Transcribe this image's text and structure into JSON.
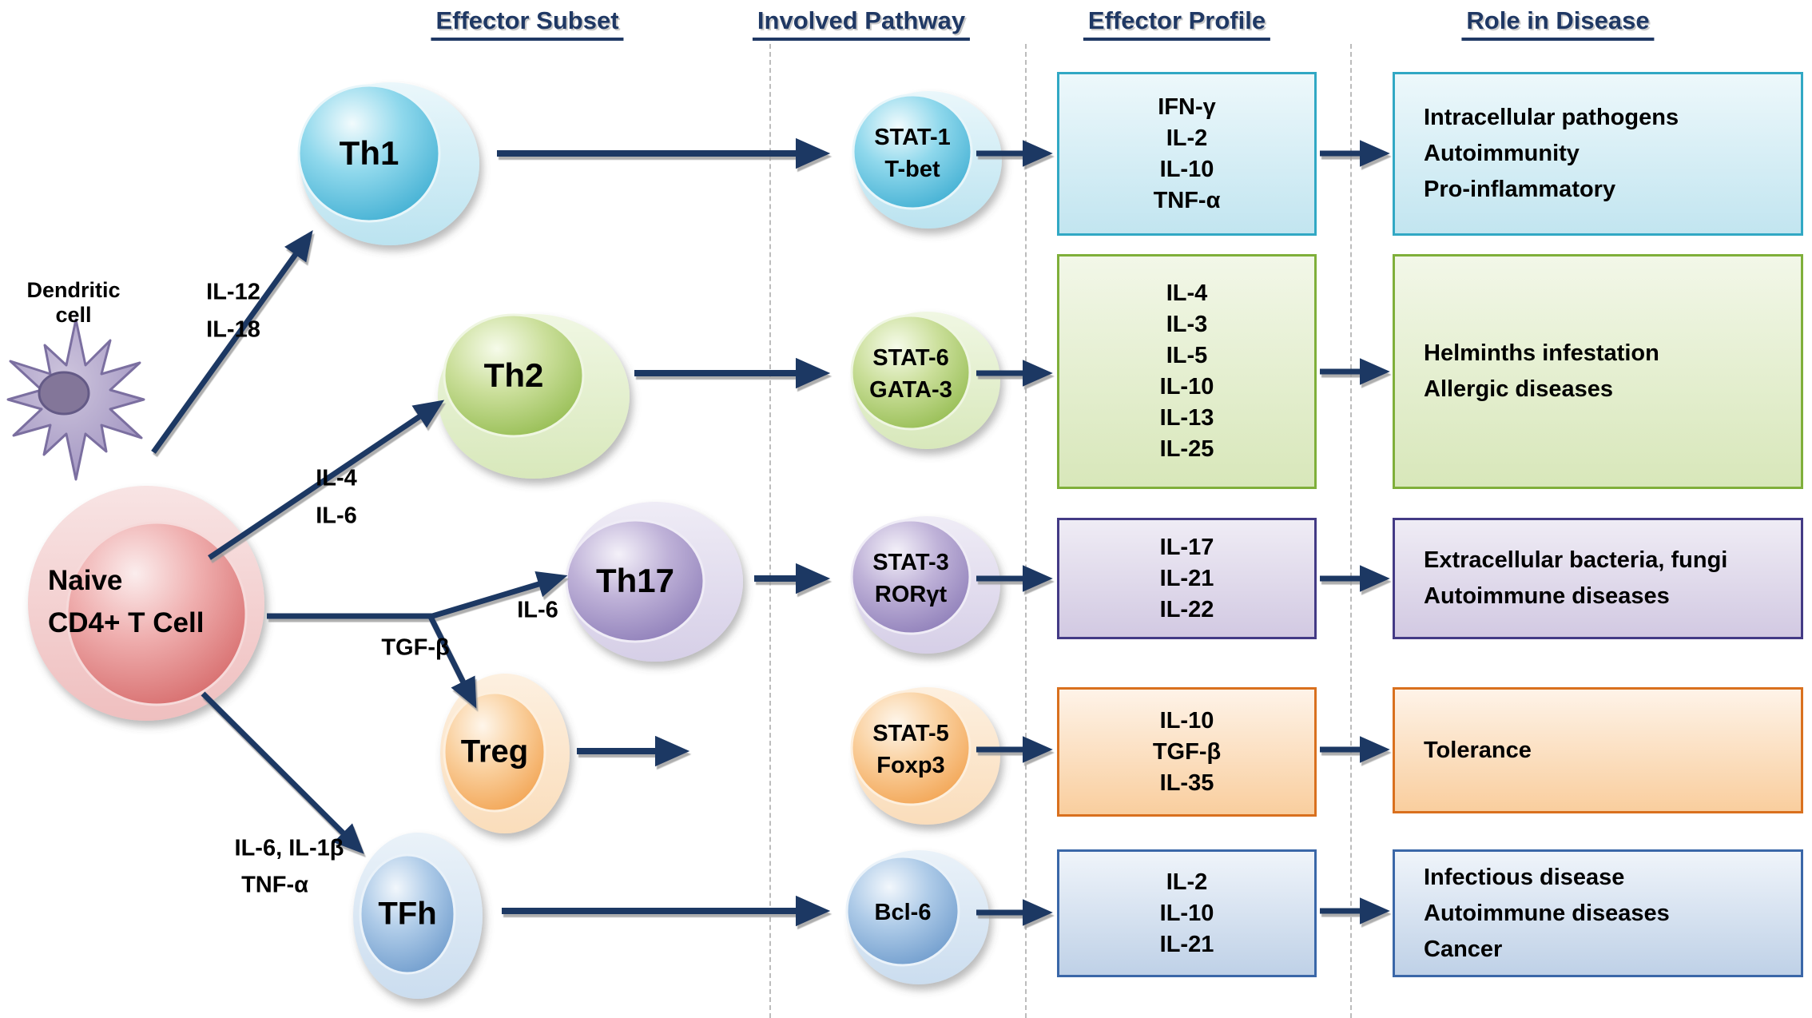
{
  "columns": [
    {
      "label": "Effector Subset"
    },
    {
      "label": "Involved Pathway"
    },
    {
      "label": "Effector Profile"
    },
    {
      "label": "Role in Disease"
    }
  ],
  "cells": {
    "dendritic": {
      "label": "Dendritic cell"
    },
    "naive": {
      "line1": "Naive",
      "line2": "CD4+ T Cell"
    }
  },
  "signals": {
    "th1_a": "IL-12",
    "th1_b": "IL-18",
    "th2_a": "IL-4",
    "th2_b": "IL-6",
    "shared": "TGF-β",
    "th17": "IL-6",
    "tfh_a": "IL-6, IL-1β",
    "tfh_b": "TNF-α"
  },
  "rows": [
    {
      "subset": "Th1",
      "pathway": [
        "STAT-1",
        "T-bet"
      ],
      "profile": [
        "IFN-γ",
        "IL-2",
        "IL-10",
        "TNF-α"
      ],
      "roles": [
        "Intracellular pathogens",
        "Autoimmunity",
        "Pro-inflammatory"
      ]
    },
    {
      "subset": "Th2",
      "pathway": [
        "STAT-6",
        "GATA-3"
      ],
      "profile": [
        "IL-4",
        "IL-3",
        "IL-5",
        "IL-10",
        "IL-13",
        "IL-25"
      ],
      "roles": [
        "Helminths infestation",
        "Allergic diseases"
      ]
    },
    {
      "subset": "Th17",
      "pathway": [
        "STAT-3",
        "RORγt"
      ],
      "profile": [
        "IL-17",
        "IL-21",
        "IL-22"
      ],
      "roles": [
        "Extracellular bacteria, fungi",
        "Autoimmune diseases"
      ]
    },
    {
      "subset": "Treg",
      "pathway": [
        "STAT-5",
        "Foxp3"
      ],
      "profile": [
        "IL-10",
        "TGF-β",
        "IL-35"
      ],
      "roles": [
        "Tolerance"
      ]
    },
    {
      "subset": "TFh",
      "pathway": [
        "Bcl-6"
      ],
      "profile": [
        "IL-2",
        "IL-10",
        "IL-21"
      ],
      "roles": [
        "Infectious disease",
        "Autoimmune diseases",
        "Cancer"
      ]
    }
  ],
  "colors": {
    "header": "#1F3864",
    "arrow": "#1F3864",
    "th1_border": "#31A8C4",
    "th2_border": "#7FAF3A",
    "th17_border": "#433A85",
    "treg_border": "#D9701E",
    "tfh_border": "#3A67A8"
  }
}
